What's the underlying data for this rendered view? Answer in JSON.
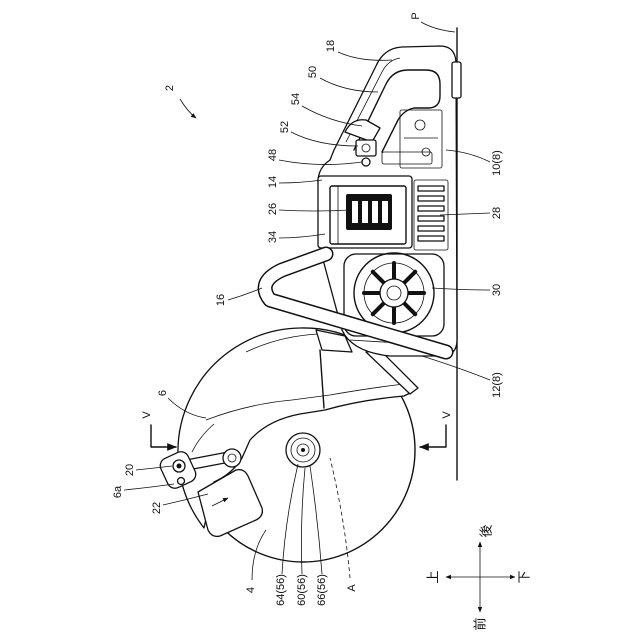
{
  "labels": {
    "r2": "2",
    "rP": "P",
    "r18": "18",
    "r50": "50",
    "r54": "54",
    "r52": "52",
    "r48": "48",
    "r14": "14",
    "r26": "26",
    "r34": "34",
    "r16": "16",
    "r10_8": "10(8)",
    "r28": "28",
    "r30": "30",
    "r12_8": "12(8)",
    "r6": "6",
    "r20": "20",
    "r6a": "6a",
    "r22": "22",
    "r4": "4",
    "r64_56": "64(56)",
    "r60_56": "60(56)",
    "r66_56": "66(56)",
    "rA": "A"
  },
  "section": {
    "marker_top": "V",
    "marker_bottom": "V"
  },
  "directions": {
    "up": "上",
    "down": "下",
    "front": "前",
    "rear": "後"
  }
}
